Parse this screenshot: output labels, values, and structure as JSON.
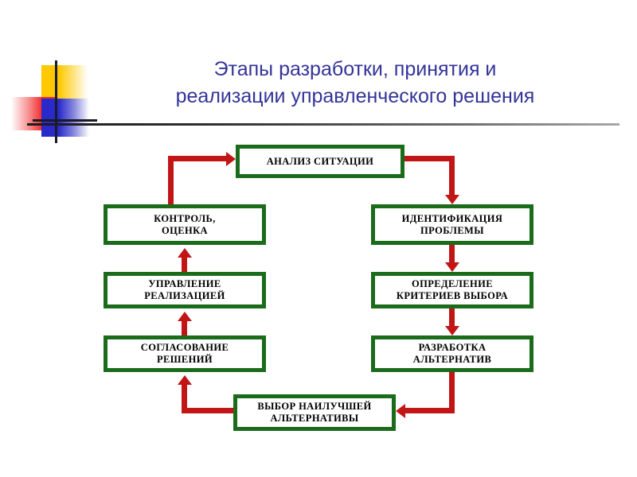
{
  "slide": {
    "title_line_1": "Этапы разработки, принятия и",
    "title_line_2": "реализации управленческого решения",
    "title_color": "#333399",
    "box_border_color": "#1a6b1a",
    "arrow_color": "#c21616"
  },
  "logo": {
    "square_yellow": "#FFC800",
    "square_red": "#F22A2A",
    "square_blue": "#2A2ACB",
    "cross_color": "#1a1a28"
  },
  "chart_data": {
    "type": "diagram",
    "diagram_kind": "cyclic-flowchart",
    "title": "Этапы разработки, принятия и реализации управленческого решения",
    "nodes": [
      {
        "id": "analiz",
        "label": "АНАЛИЗ СИТУАЦИИ",
        "label_lines": [
          "АНАЛИЗ СИТУАЦИИ"
        ],
        "column": "center-top",
        "order": 1
      },
      {
        "id": "identifikacia",
        "label": "ИДЕНТИФИКАЦИЯ ПРОБЛЕМЫ",
        "label_lines": [
          "ИДЕНТИФИКАЦИЯ",
          "ПРОБЛЕМЫ"
        ],
        "column": "right",
        "order": 2
      },
      {
        "id": "opredelenie",
        "label": "ОПРЕДЕЛЕНИЕ КРИТЕРИЕВ ВЫБОРА",
        "label_lines": [
          "ОПРЕДЕЛЕНИЕ",
          "КРИТЕРИЕВ ВЫБОРА"
        ],
        "column": "right",
        "order": 3
      },
      {
        "id": "razrabotka",
        "label": "РАЗРАБОТКА АЛЬТЕРНАТИВ",
        "label_lines": [
          "РАЗРАБОТКА",
          "АЛЬТЕРНАТИВ"
        ],
        "column": "right",
        "order": 4
      },
      {
        "id": "vybor",
        "label": "ВЫБОР НАИЛУЧШЕЙ АЛЬТЕРНАТИВЫ",
        "label_lines": [
          "ВЫБОР НАИЛУЧШЕЙ",
          "АЛЬТЕРНАТИВЫ"
        ],
        "column": "center-bottom",
        "order": 5
      },
      {
        "id": "soglasovanie",
        "label": "СОГЛАСОВАНИЕ РЕШЕНИЙ",
        "label_lines": [
          "СОГЛАСОВАНИЕ",
          "РЕШЕНИЙ"
        ],
        "column": "left",
        "order": 6
      },
      {
        "id": "upravlenie",
        "label": "УПРАВЛЕНИЕ РЕАЛИЗАЦИЕЙ",
        "label_lines": [
          "УПРАВЛЕНИЕ",
          "РЕАЛИЗАЦИЕЙ"
        ],
        "column": "left",
        "order": 7
      },
      {
        "id": "kontrol",
        "label": "КОНТРОЛЬ, ОЦЕНКА",
        "label_lines": [
          "КОНТРОЛЬ,",
          "ОЦЕНКА"
        ],
        "column": "left",
        "order": 8
      }
    ],
    "edges": [
      {
        "from": "analiz",
        "to": "identifikacia",
        "shape": "elbow-right-down",
        "direction": "down"
      },
      {
        "from": "identifikacia",
        "to": "opredelenie",
        "shape": "straight",
        "direction": "down"
      },
      {
        "from": "opredelenie",
        "to": "razrabotka",
        "shape": "straight",
        "direction": "down"
      },
      {
        "from": "razrabotka",
        "to": "vybor",
        "shape": "elbow-down-left",
        "direction": "left"
      },
      {
        "from": "vybor",
        "to": "soglasovanie",
        "shape": "elbow-left-up",
        "direction": "up"
      },
      {
        "from": "soglasovanie",
        "to": "upravlenie",
        "shape": "straight",
        "direction": "up"
      },
      {
        "from": "upravlenie",
        "to": "kontrol",
        "shape": "straight",
        "direction": "up"
      },
      {
        "from": "kontrol",
        "to": "analiz",
        "shape": "elbow-up-right",
        "direction": "right"
      }
    ]
  }
}
